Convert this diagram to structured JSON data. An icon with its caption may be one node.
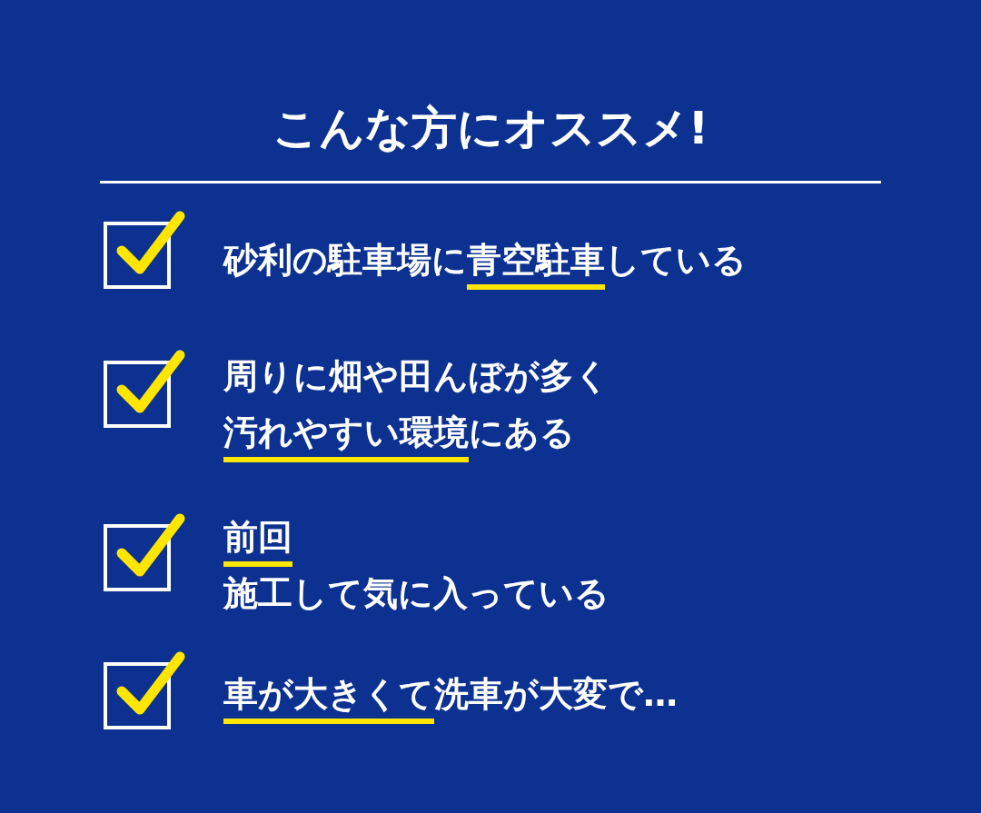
{
  "diagram": {
    "title": "こんな方にオススメ!",
    "labels": [
      "砂利の駐車場に青空駐車している",
      "周りに畑や田んぼが多く汚れやすい環境にある",
      "前回施工して気に入っている",
      "車が大きくて洗車が大変で…"
    ]
  }
}
